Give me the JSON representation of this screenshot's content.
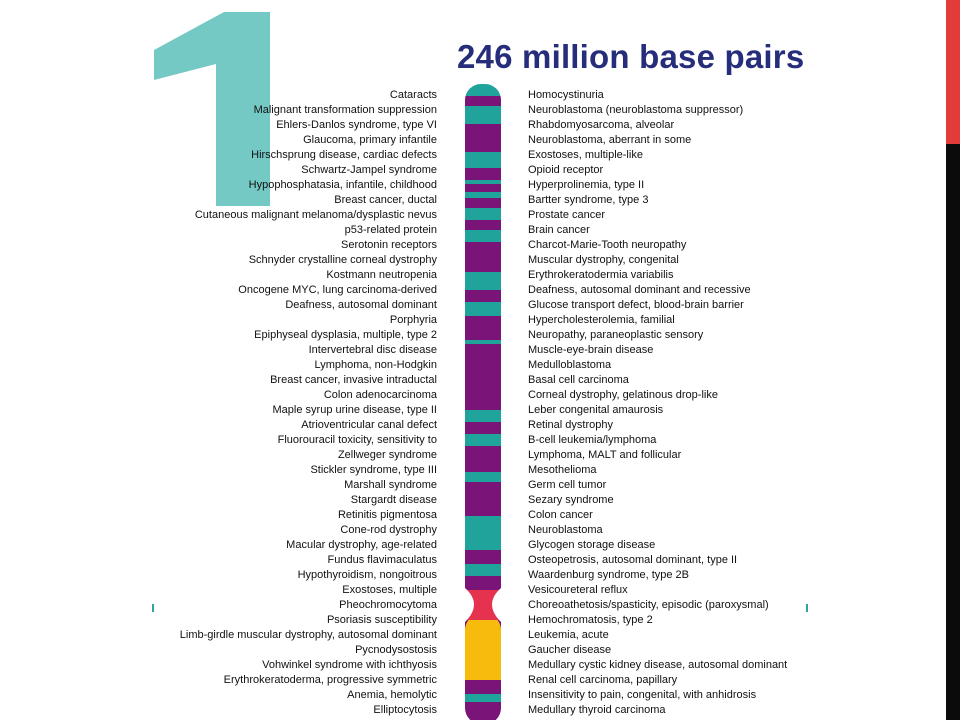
{
  "title": "246 million base pairs",
  "chromosome_number": "1",
  "colors": {
    "teal": "#1fa39a",
    "purple": "#7a1478",
    "yellow": "#f7bb0e",
    "centromere": "#e4324f",
    "title_blue": "#262d7a",
    "big_numeral": "#74c9c5"
  },
  "left_diseases": [
    "Cataracts",
    "Malignant transformation suppression",
    "Ehlers-Danlos syndrome, type VI",
    "Glaucoma, primary infantile",
    "Hirschsprung disease, cardiac defects",
    "Schwartz-Jampel syndrome",
    "Hypophosphatasia, infantile, childhood",
    "Breast cancer, ductal",
    "Cutaneous malignant melanoma/dysplastic nevus",
    "p53-related protein",
    "Serotonin receptors",
    "Schnyder crystalline corneal dystrophy",
    "Kostmann neutropenia",
    "Oncogene MYC, lung carcinoma-derived",
    "Deafness, autosomal dominant",
    "Porphyria",
    "Epiphyseal dysplasia, multiple, type 2",
    "Intervertebral disc disease",
    "Lymphoma, non-Hodgkin",
    "Breast cancer, invasive intraductal",
    "Colon adenocarcinoma",
    "Maple syrup urine disease, type II",
    "Atrioventricular canal defect",
    "Fluorouracil toxicity, sensitivity to",
    "Zellweger syndrome",
    "Stickler syndrome, type III",
    "Marshall syndrome",
    "Stargardt disease",
    "Retinitis pigmentosa",
    "Cone-rod dystrophy",
    "Macular dystrophy, age-related",
    "Fundus flavimaculatus",
    "Hypothyroidism, nongoitrous",
    "Exostoses, multiple",
    "Pheochromocytoma",
    "Psoriasis susceptibility",
    "Limb-girdle muscular dystrophy, autosomal dominant",
    "Pycnodysostosis",
    "Vohwinkel syndrome with ichthyosis",
    "Erythrokeratoderma, progressive symmetric",
    "Anemia, hemolytic",
    "Elliptocytosis"
  ],
  "right_diseases": [
    "Homocystinuria",
    "Neuroblastoma (neuroblastoma suppressor)",
    "Rhabdomyosarcoma, alveolar",
    "Neuroblastoma, aberrant in some",
    "Exostoses, multiple-like",
    "Opioid receptor",
    "Hyperprolinemia, type II",
    "Bartter syndrome, type 3",
    "Prostate cancer",
    "Brain cancer",
    "Charcot-Marie-Tooth neuropathy",
    "Muscular dystrophy, congenital",
    "Erythrokeratodermia variabilis",
    "Deafness, autosomal dominant and recessive",
    "Glucose transport defect, blood-brain barrier",
    "Hypercholesterolemia, familial",
    "Neuropathy, paraneoplastic sensory",
    "Muscle-eye-brain disease",
    "Medulloblastoma",
    "Basal cell carcinoma",
    "Corneal dystrophy, gelatinous drop-like",
    "Leber congenital amaurosis",
    "Retinal dystrophy",
    "B-cell leukemia/lymphoma",
    "Lymphoma, MALT and follicular",
    "Mesothelioma",
    "Germ cell tumor",
    "Sezary syndrome",
    "Colon cancer",
    "Neuroblastoma",
    "Glycogen storage disease",
    "Osteopetrosis, autosomal dominant, type II",
    "Waardenburg syndrome, type 2B",
    "Vesicoureteral reflux",
    "Choreoathetosis/spasticity, episodic (paroxysmal)",
    "Hemochromatosis, type 2",
    "Leukemia, acute",
    "Gaucher disease",
    "Medullary cystic kidney disease, autosomal dominant",
    "Renal cell carcinoma, papillary",
    "Insensitivity to pain, congenital, with anhidrosis",
    "Medullary thyroid carcinoma"
  ]
}
